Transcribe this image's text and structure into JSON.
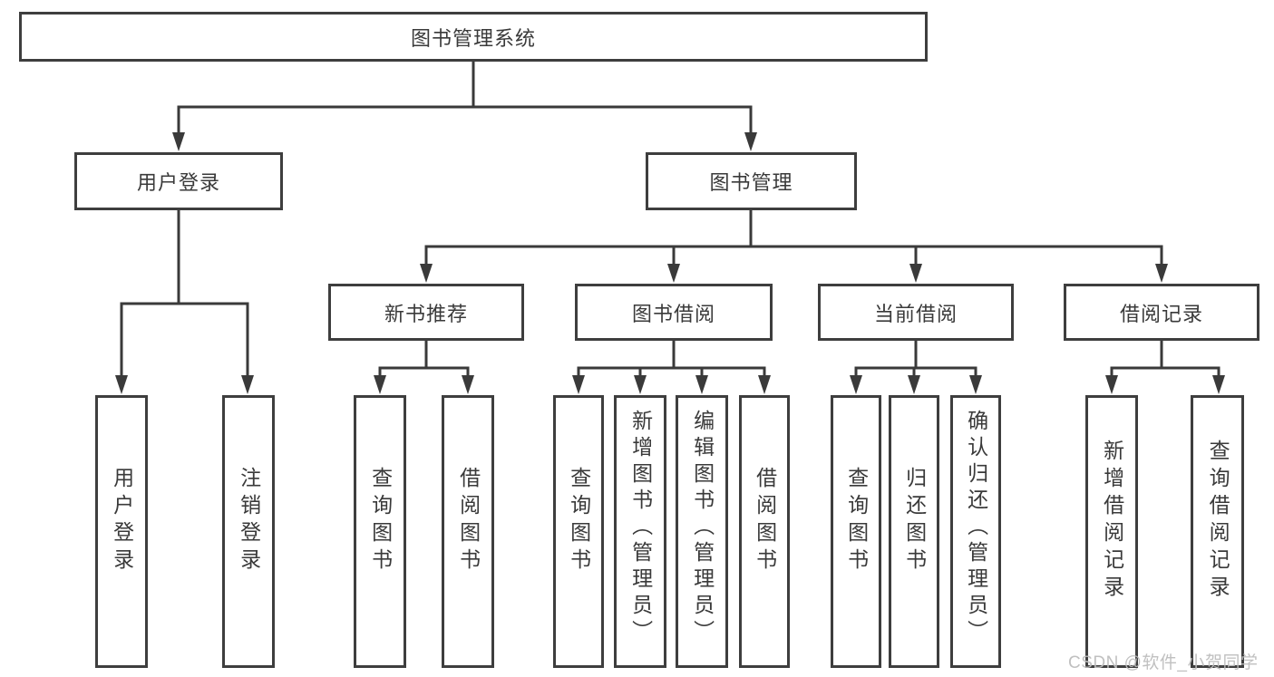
{
  "tree": {
    "label": "图书管理系统",
    "children": [
      {
        "label": "用户登录",
        "children": [
          {
            "label": "用户登录"
          },
          {
            "label": "注销登录"
          }
        ]
      },
      {
        "label": "图书管理",
        "children": [
          {
            "label": "新书推荐",
            "children": [
              {
                "label": "查询图书"
              },
              {
                "label": "借阅图书"
              }
            ]
          },
          {
            "label": "图书借阅",
            "children": [
              {
                "label": "查询图书"
              },
              {
                "label": "新增图书（管理员）"
              },
              {
                "label": "编辑图书（管理员）"
              },
              {
                "label": "借阅图书"
              }
            ]
          },
          {
            "label": "当前借阅",
            "children": [
              {
                "label": "查询图书"
              },
              {
                "label": "归还图书"
              },
              {
                "label": "确认归还（管理员）"
              }
            ]
          },
          {
            "label": "借阅记录",
            "children": [
              {
                "label": "新增借阅记录"
              },
              {
                "label": "查询借阅记录"
              }
            ]
          }
        ]
      }
    ]
  },
  "watermark": "CSDN @软件_小贺同学",
  "colors": {
    "line": "#3a3a3a",
    "border": "#3e3e3e",
    "text": "#3a3a3a",
    "watermark": "#bdbdbd",
    "background": "#ffffff"
  }
}
